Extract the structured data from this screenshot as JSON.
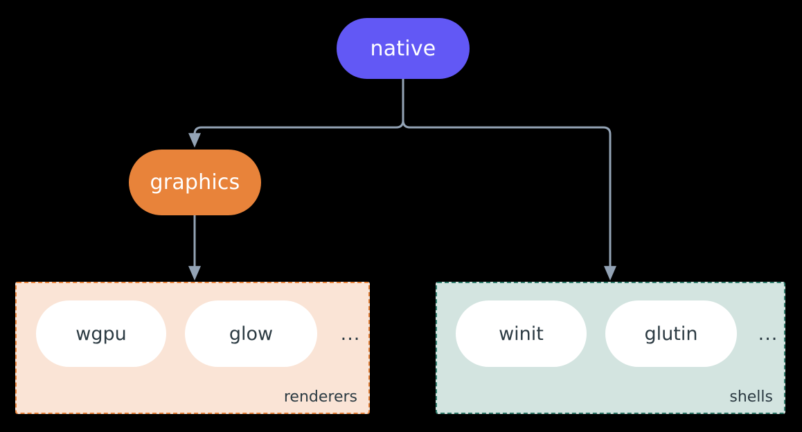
{
  "diagram": {
    "title": "native",
    "background_color": "#000000",
    "edge_color": "#93a3b5"
  },
  "nodes": {
    "root": {
      "label": "native",
      "color": "#6258f5",
      "text_color": "#ffffff"
    },
    "graphics": {
      "label": "graphics",
      "color": "#e8833a",
      "text_color": "#ffffff"
    }
  },
  "groups": [
    {
      "name": "renderers",
      "label": "renderers",
      "background_color": "#fae4d6",
      "border_color": "#e8833a",
      "items": [
        {
          "label": "wgpu"
        },
        {
          "label": "glow"
        }
      ],
      "overflow": "..."
    },
    {
      "name": "shells",
      "label": "shells",
      "background_color": "#d3e4e0",
      "border_color": "#2f7a6a",
      "items": [
        {
          "label": "winit"
        },
        {
          "label": "glutin"
        }
      ],
      "overflow": "..."
    }
  ]
}
